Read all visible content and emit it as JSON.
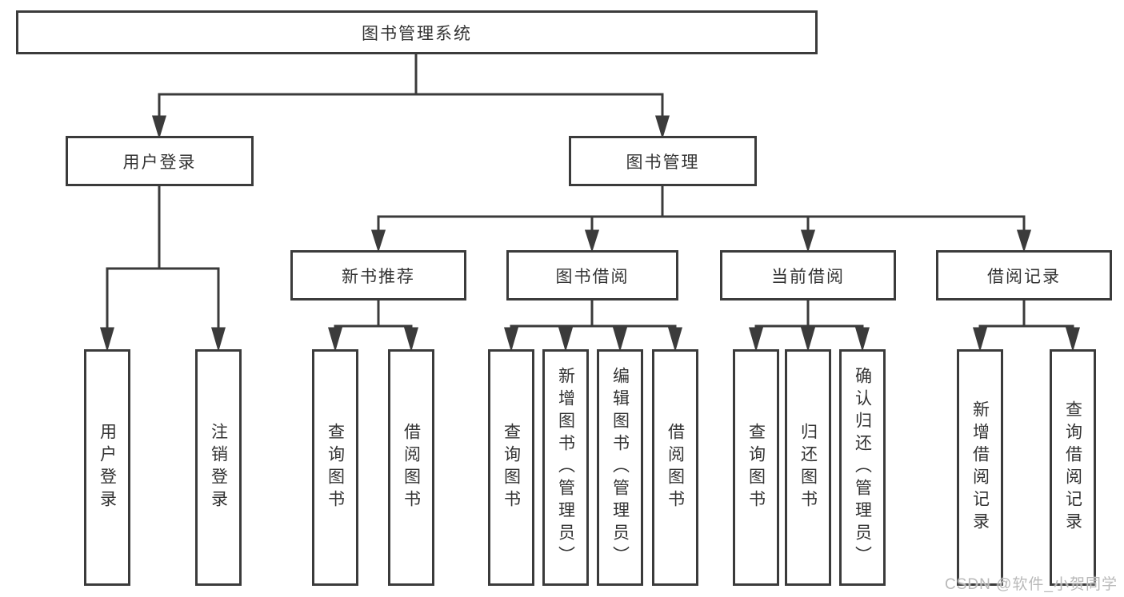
{
  "tree": {
    "root": "图书管理系统",
    "login": {
      "label": "用户登录",
      "children": [
        "用户登录",
        "注销登录"
      ]
    },
    "management": {
      "label": "图书管理",
      "sections": [
        {
          "label": "新书推荐",
          "children": [
            "查询图书",
            "借阅图书"
          ]
        },
        {
          "label": "图书借阅",
          "children": [
            "查询图书",
            "新增图书（管理员）",
            "编辑图书（管理员）",
            "借阅图书"
          ]
        },
        {
          "label": "当前借阅",
          "children": [
            "查询图书",
            "归还图书",
            "确认归还（管理员）"
          ]
        },
        {
          "label": "借阅记录",
          "children": [
            "新增借阅记录",
            "查询借阅记录"
          ]
        }
      ]
    }
  },
  "watermark": "CSDN @软件_小贺同学",
  "colors": {
    "line": "#3b3b3b",
    "text": "#333333",
    "background": "#ffffff",
    "watermark": "#b9b9b9"
  }
}
